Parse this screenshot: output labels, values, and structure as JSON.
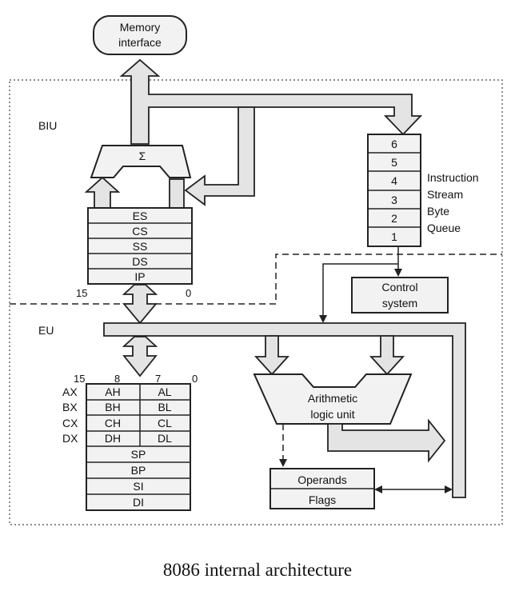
{
  "memory_interface": {
    "line1": "Memory",
    "line2": "interface"
  },
  "biu_label": "BIU",
  "eu_label": "EU",
  "adder_symbol": "Σ",
  "segment_registers": [
    "ES",
    "CS",
    "SS",
    "DS",
    "IP"
  ],
  "segment_bits": {
    "high": "15",
    "low": "0"
  },
  "queue": {
    "slots": [
      "6",
      "5",
      "4",
      "3",
      "2",
      "1"
    ],
    "label": [
      "Instruction",
      "Stream",
      "Byte",
      "Queue"
    ]
  },
  "control_system": {
    "line1": "Control",
    "line2": "system"
  },
  "alu": {
    "line1": "Arithmetic",
    "line2": "logic unit"
  },
  "general_bits": {
    "b15": "15",
    "b8": "8",
    "b7": "7",
    "b0": "0"
  },
  "general_registers": [
    {
      "name": "AX",
      "high": "AH",
      "low": "AL"
    },
    {
      "name": "BX",
      "high": "BH",
      "low": "BL"
    },
    {
      "name": "CX",
      "high": "CH",
      "low": "CL"
    },
    {
      "name": "DX",
      "high": "DH",
      "low": "DL"
    }
  ],
  "pointer_registers": [
    "SP",
    "BP",
    "SI",
    "DI"
  ],
  "operands_flags": {
    "operands": "Operands",
    "flags": "Flags"
  },
  "caption": "8086 internal architecture"
}
